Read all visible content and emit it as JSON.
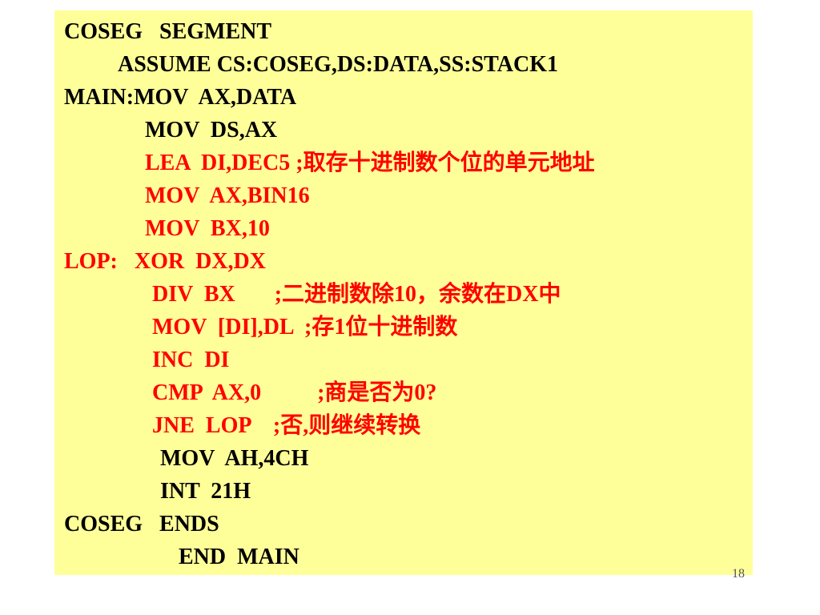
{
  "colors": {
    "panel_background": "#ffff99",
    "normal_text": "#000000",
    "highlight_text": "#ff0000"
  },
  "code": {
    "lines": [
      {
        "text": "COSEG   SEGMENT",
        "color": "black"
      },
      {
        "text": "ASSUME CS:COSEG,DS:DATA,SS:STACK1",
        "color": "black"
      },
      {
        "text": "MAIN:MOV  AX,DATA",
        "color": "black"
      },
      {
        "text": "MOV  DS,AX",
        "color": "black"
      },
      {
        "text": "LEA  DI,DEC5 ;取存十进制数个位的单元地址",
        "color": "red"
      },
      {
        "text": "MOV  AX,BIN16",
        "color": "red"
      },
      {
        "text": "MOV  BX,10",
        "color": "red"
      },
      {
        "text": "LOP:   XOR  DX,DX",
        "color": "red"
      },
      {
        "text": "DIV  BX       ;二进制数除10，余数在DX中",
        "color": "red"
      },
      {
        "text": "MOV  [DI],DL  ;存1位十进制数",
        "color": "red"
      },
      {
        "text": "INC  DI",
        "color": "red"
      },
      {
        "text": "CMP  AX,0          ;商是否为0?",
        "color": "red"
      },
      {
        "text": "JNE  LOP    ;否,则继续转换",
        "color": "red"
      },
      {
        "text": "MOV  AH,4CH",
        "color": "black"
      },
      {
        "text": "INT  21H",
        "color": "black"
      },
      {
        "text": "COSEG   ENDS",
        "color": "black"
      },
      {
        "text": "END  MAIN",
        "color": "black"
      }
    ]
  },
  "page_number": "18"
}
